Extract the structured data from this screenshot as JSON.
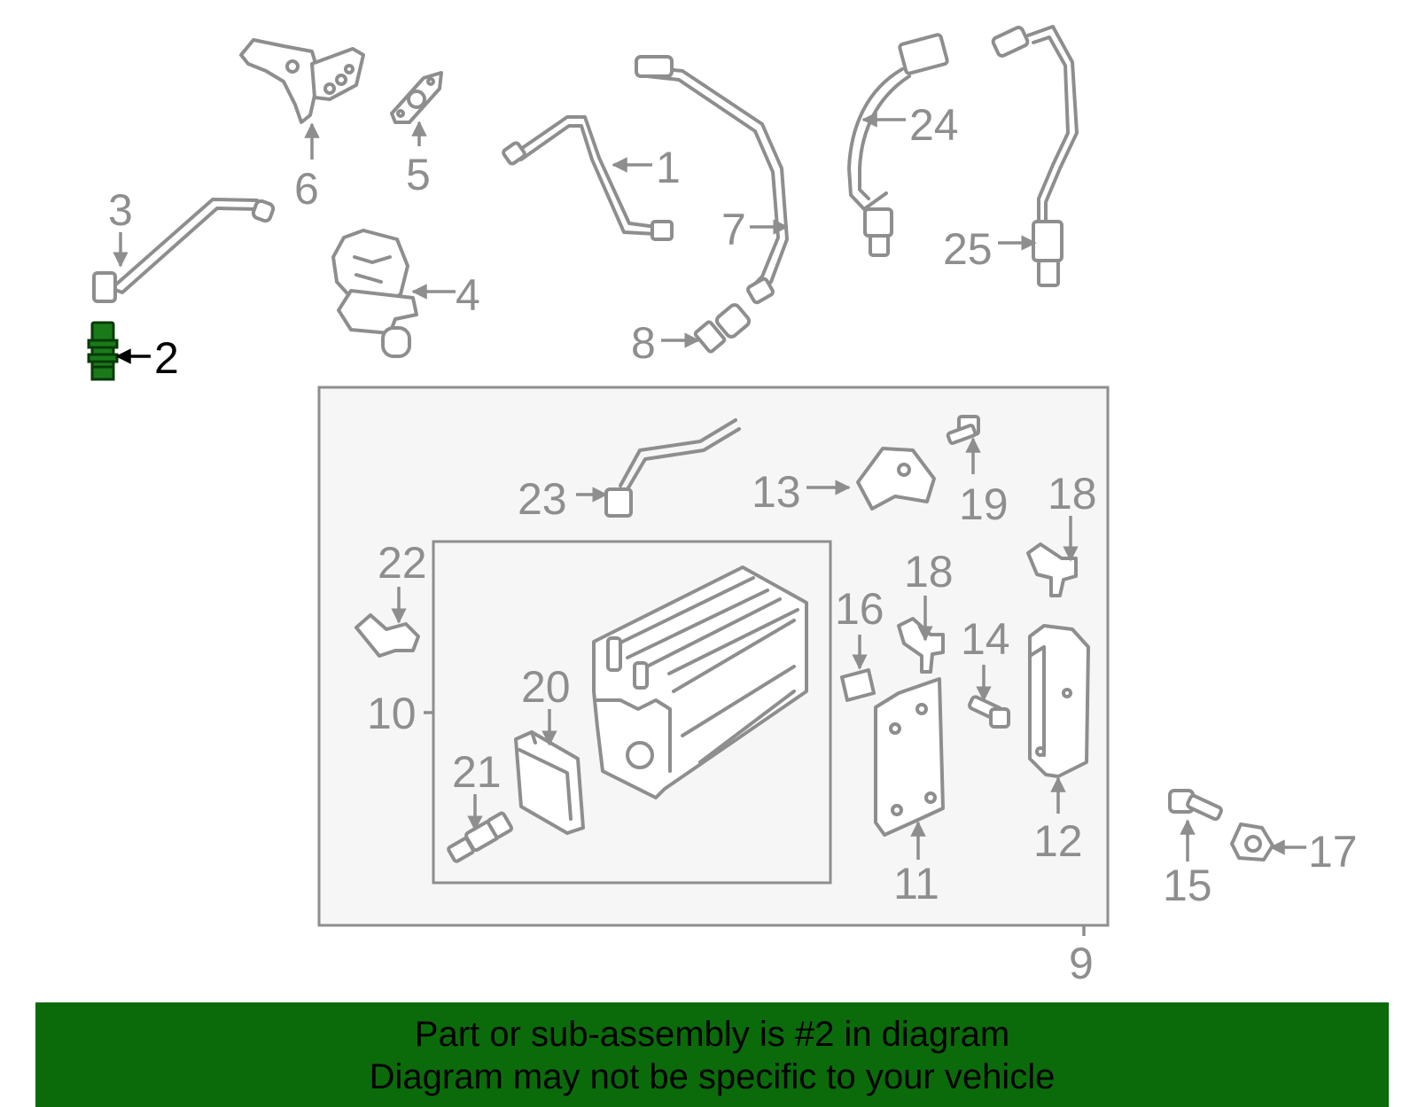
{
  "callouts": {
    "c1": "1",
    "c2": "2",
    "c3": "3",
    "c4": "4",
    "c5": "5",
    "c6": "6",
    "c7": "7",
    "c8": "8",
    "c9": "9",
    "c10": "10",
    "c11": "11",
    "c12": "12",
    "c13": "13",
    "c14": "14",
    "c15": "15",
    "c16": "16",
    "c17": "17",
    "c18a": "18",
    "c18b": "18",
    "c19": "19",
    "c20": "20",
    "c21": "21",
    "c22": "22",
    "c23": "23",
    "c24": "24",
    "c25": "25"
  },
  "highlight": {
    "part": "2",
    "color": "#1a7a1a"
  },
  "colors": {
    "line": "#8e8e8e",
    "banner": "#0b6b0b",
    "panel": "#f6f6f6"
  },
  "banner": {
    "line1": "Part or sub-assembly is #2 in diagram",
    "line2": "Diagram may not be specific to your vehicle"
  }
}
